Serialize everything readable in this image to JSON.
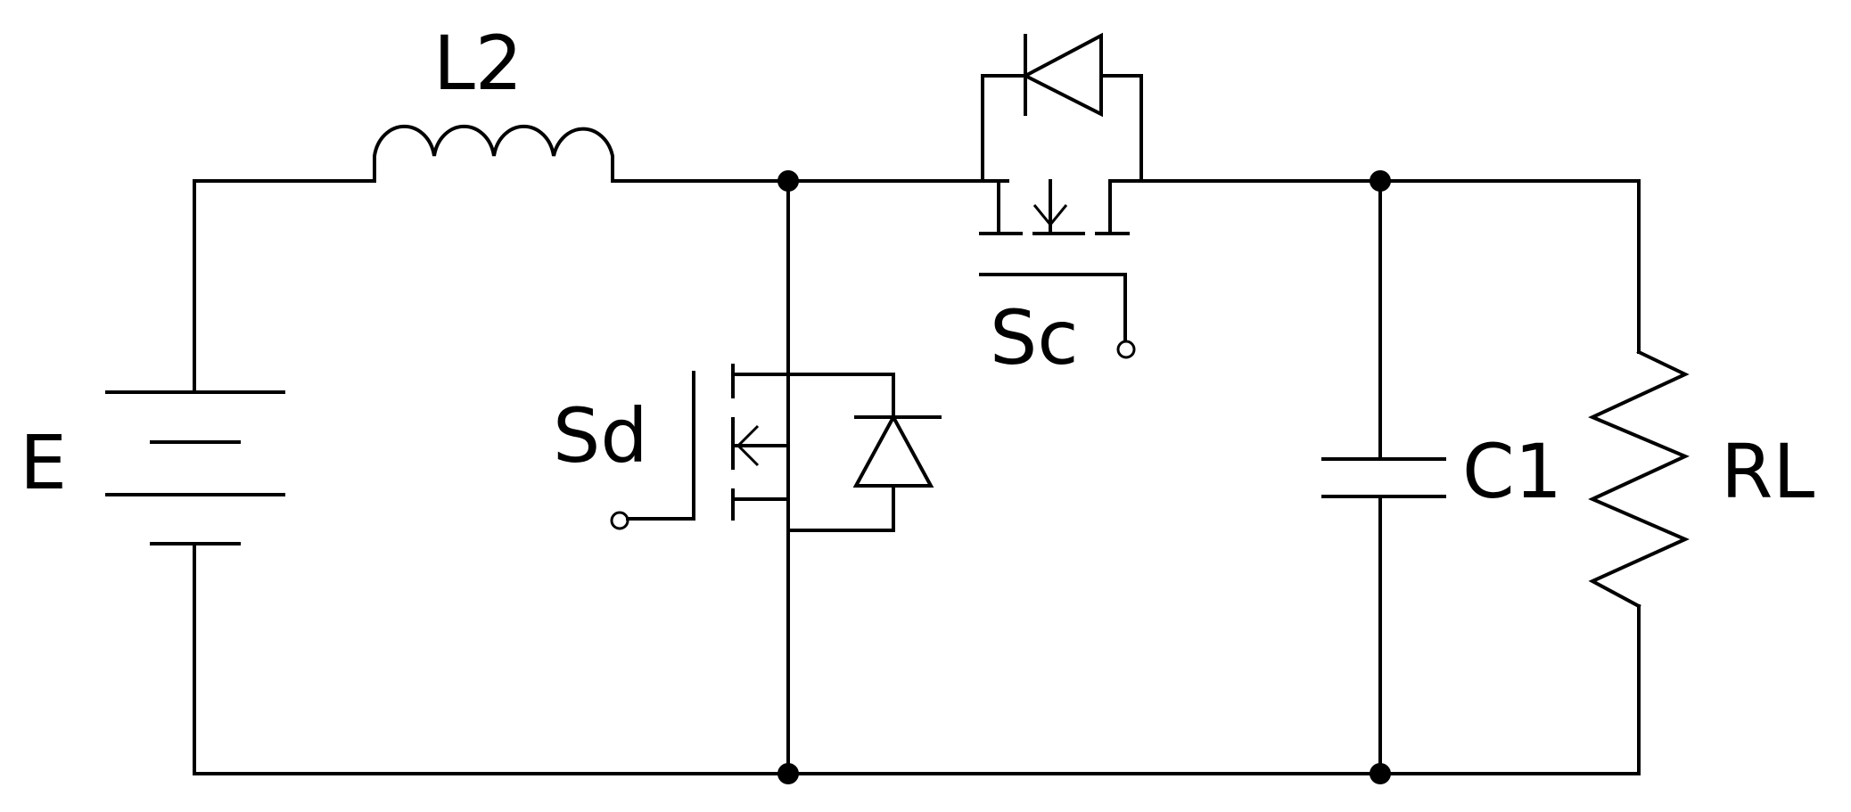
{
  "diagram": {
    "type": "circuit-schematic",
    "labels": {
      "source": "E",
      "inductor": "L2",
      "switch_down": "Sd",
      "switch_series": "Sc",
      "capacitor": "C1",
      "load": "RL"
    },
    "components": [
      {
        "id": "E",
        "kind": "dc-source"
      },
      {
        "id": "L2",
        "kind": "inductor"
      },
      {
        "id": "Sd",
        "kind": "mosfet-with-antiparallel-diode"
      },
      {
        "id": "Sc",
        "kind": "mosfet-with-antiparallel-diode"
      },
      {
        "id": "C1",
        "kind": "capacitor"
      },
      {
        "id": "RL",
        "kind": "resistor"
      }
    ],
    "colors": {
      "line": "#000000",
      "background": "#ffffff"
    }
  }
}
